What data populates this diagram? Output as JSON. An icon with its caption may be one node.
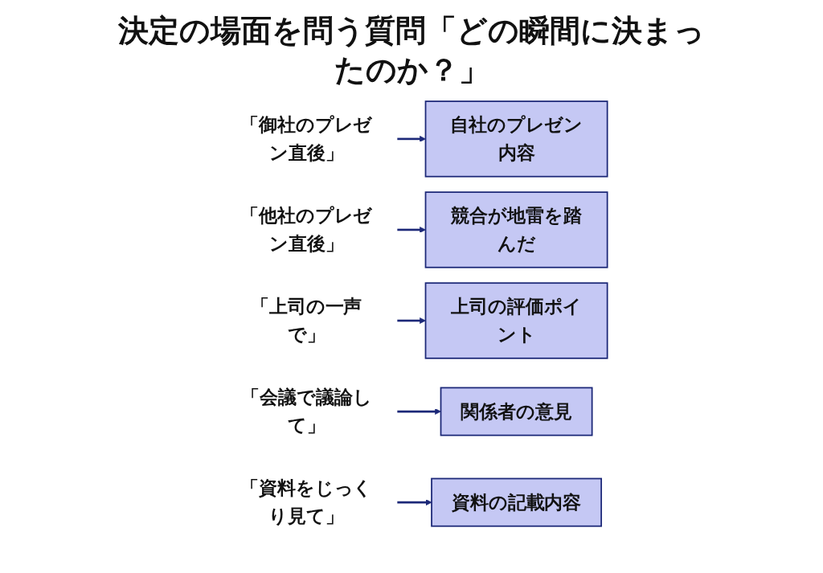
{
  "diagram": {
    "title": "決定の場面を問う質問「どの瞬間に決まったのか？」",
    "nodes": [
      {
        "text": [
          "「御社のプレゼン直後」"
        ]
      },
      {
        "text": [
          "自社のプレゼン内容"
        ]
      },
      {
        "text": [
          "「他社のプレゼン直後」"
        ]
      },
      {
        "text": [
          "競合が地雷を踏んだ"
        ]
      },
      {
        "text": [
          "「上司の一声で」"
        ]
      },
      {
        "text": [
          "上司の評価ポイント"
        ]
      },
      {
        "text": [
          "「会議で議論して」"
        ]
      },
      {
        "text": [
          "関係者の意見"
        ]
      },
      {
        "text": [
          "「資料をじっくり見て」"
        ]
      },
      {
        "text": [
          "資料の記載内容"
        ]
      }
    ],
    "edges": [
      {
        "from": 0,
        "to": 1,
        "arrow": "to"
      },
      {
        "from": 2,
        "to": 3,
        "arrow": "to"
      },
      {
        "from": 4,
        "to": 5,
        "arrow": "to"
      },
      {
        "from": 6,
        "to": 7,
        "arrow": "to"
      },
      {
        "from": 8,
        "to": 9,
        "arrow": "to"
      }
    ]
  }
}
